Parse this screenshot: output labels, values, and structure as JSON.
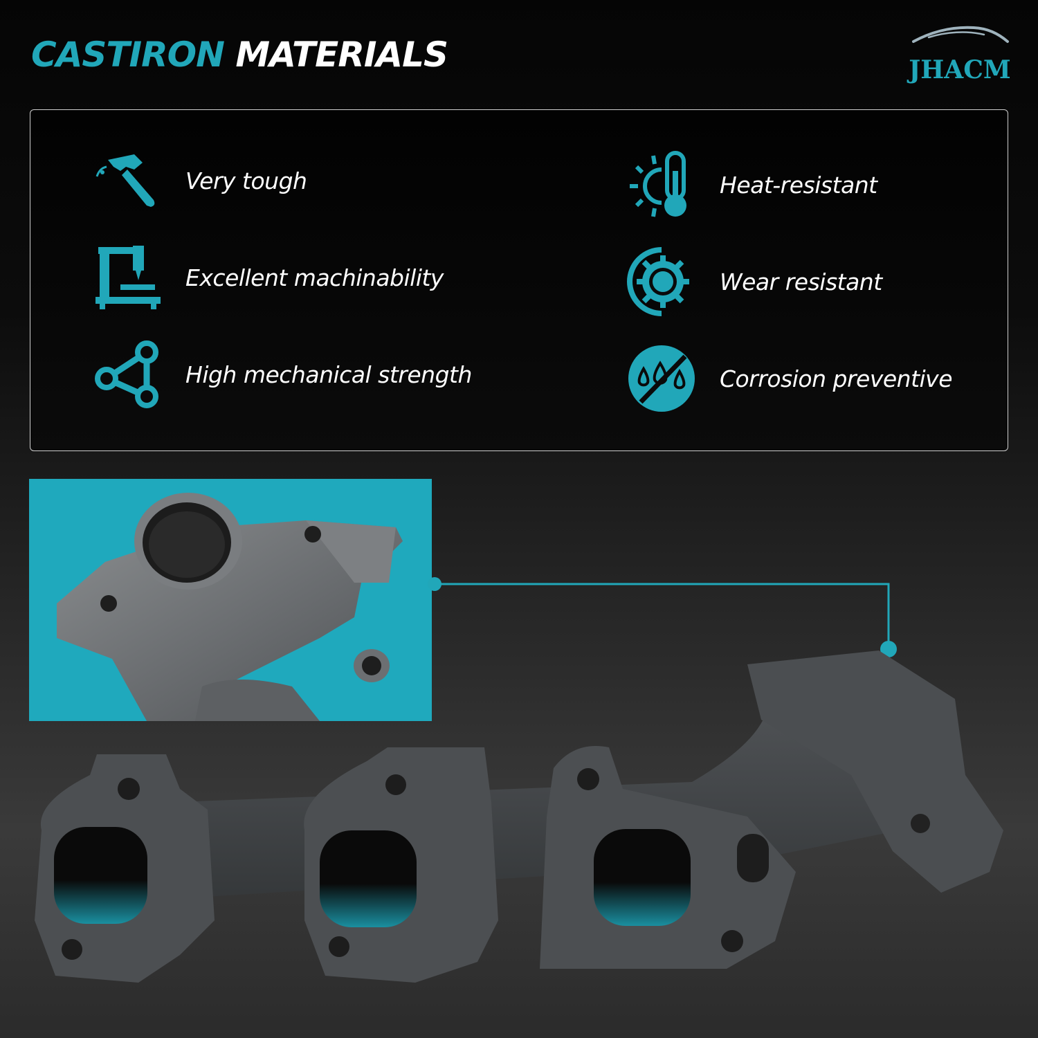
{
  "header": {
    "title_accent": "CASTIRON",
    "title_rest": "MATERIALS",
    "brand": "JHACM"
  },
  "features": [
    {
      "label": "Very tough",
      "icon": "hammer-icon"
    },
    {
      "label": "Excellent machinability",
      "icon": "machine-tool-icon"
    },
    {
      "label": "High mechanical strength",
      "icon": "triangle-network-icon"
    },
    {
      "label": "Heat-resistant",
      "icon": "thermometer-sun-icon"
    },
    {
      "label": "Wear resistant",
      "icon": "gear-icon"
    },
    {
      "label": "Corrosion preventive",
      "icon": "droplets-crossed-icon"
    }
  ],
  "colors": {
    "accent": "#21a7b9",
    "text": "#ffffff",
    "background": "#0a0a0a",
    "metal": "#4a4c4e"
  }
}
